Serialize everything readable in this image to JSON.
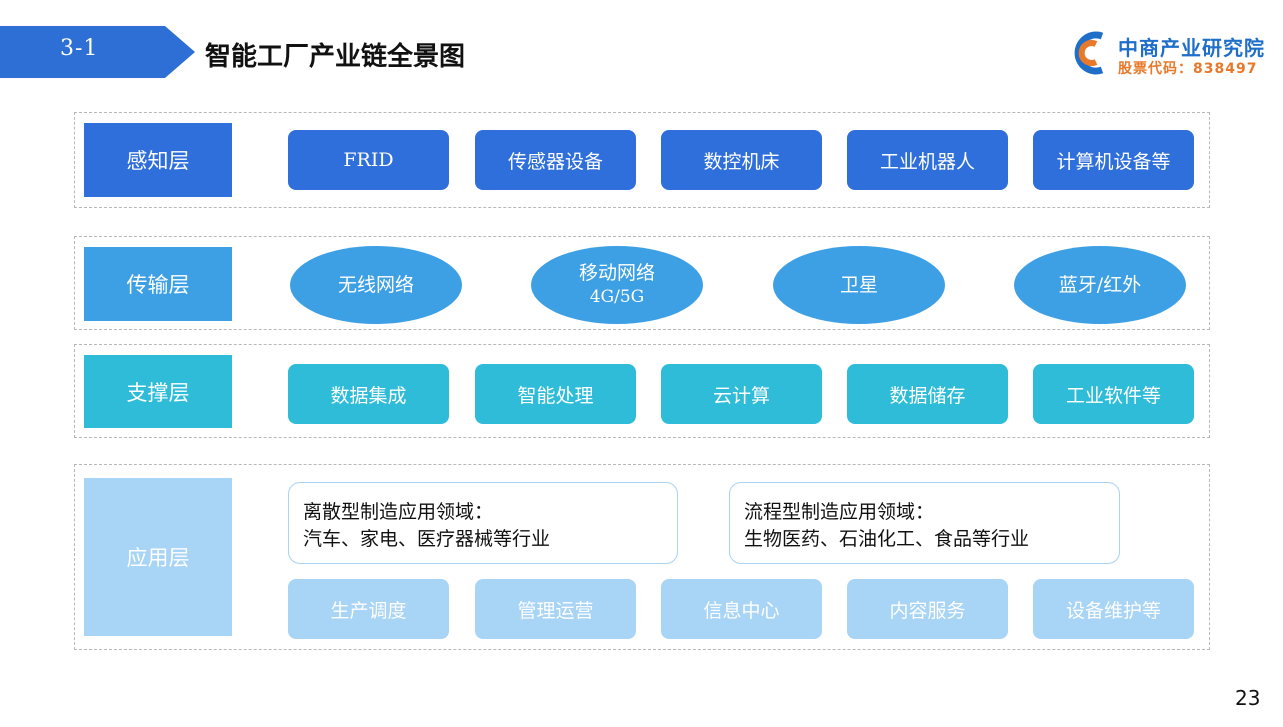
{
  "header": {
    "section_number": "3-1",
    "title": "智能工厂产业链全景图"
  },
  "logo": {
    "name": "中商产业研究院",
    "stock_code": "股票代码：838497"
  },
  "layers": {
    "perception": {
      "label": "感知层",
      "items": [
        "FRID",
        "传感器设备",
        "数控机床",
        "工业机器人",
        "计算机设备等"
      ]
    },
    "transmission": {
      "label": "传输层",
      "items": [
        {
          "line1": "无线网络",
          "line2": ""
        },
        {
          "line1": "移动网络",
          "line2": "4G/5G"
        },
        {
          "line1": "卫星",
          "line2": ""
        },
        {
          "line1": "蓝牙/红外",
          "line2": ""
        }
      ]
    },
    "support": {
      "label": "支撑层",
      "items": [
        "数据集成",
        "智能处理",
        "云计算",
        "数据储存",
        "工业软件等"
      ]
    },
    "application": {
      "label": "应用层",
      "domains": [
        {
          "heading": "离散型制造应用领域：",
          "text": "汽车、家电、医疗器械等行业"
        },
        {
          "heading": "流程型制造应用领域：",
          "text": "生物医药、石油化工、食品等行业"
        }
      ],
      "items": [
        "生产调度",
        "管理运营",
        "信息中心",
        "内容服务",
        "设备维护等"
      ]
    }
  },
  "colors": {
    "perception": "#2f6fdb",
    "transmission": "#3d9fe4",
    "support": "#2fbcd8",
    "application": "#a8d4f6"
  },
  "page_number": "23"
}
